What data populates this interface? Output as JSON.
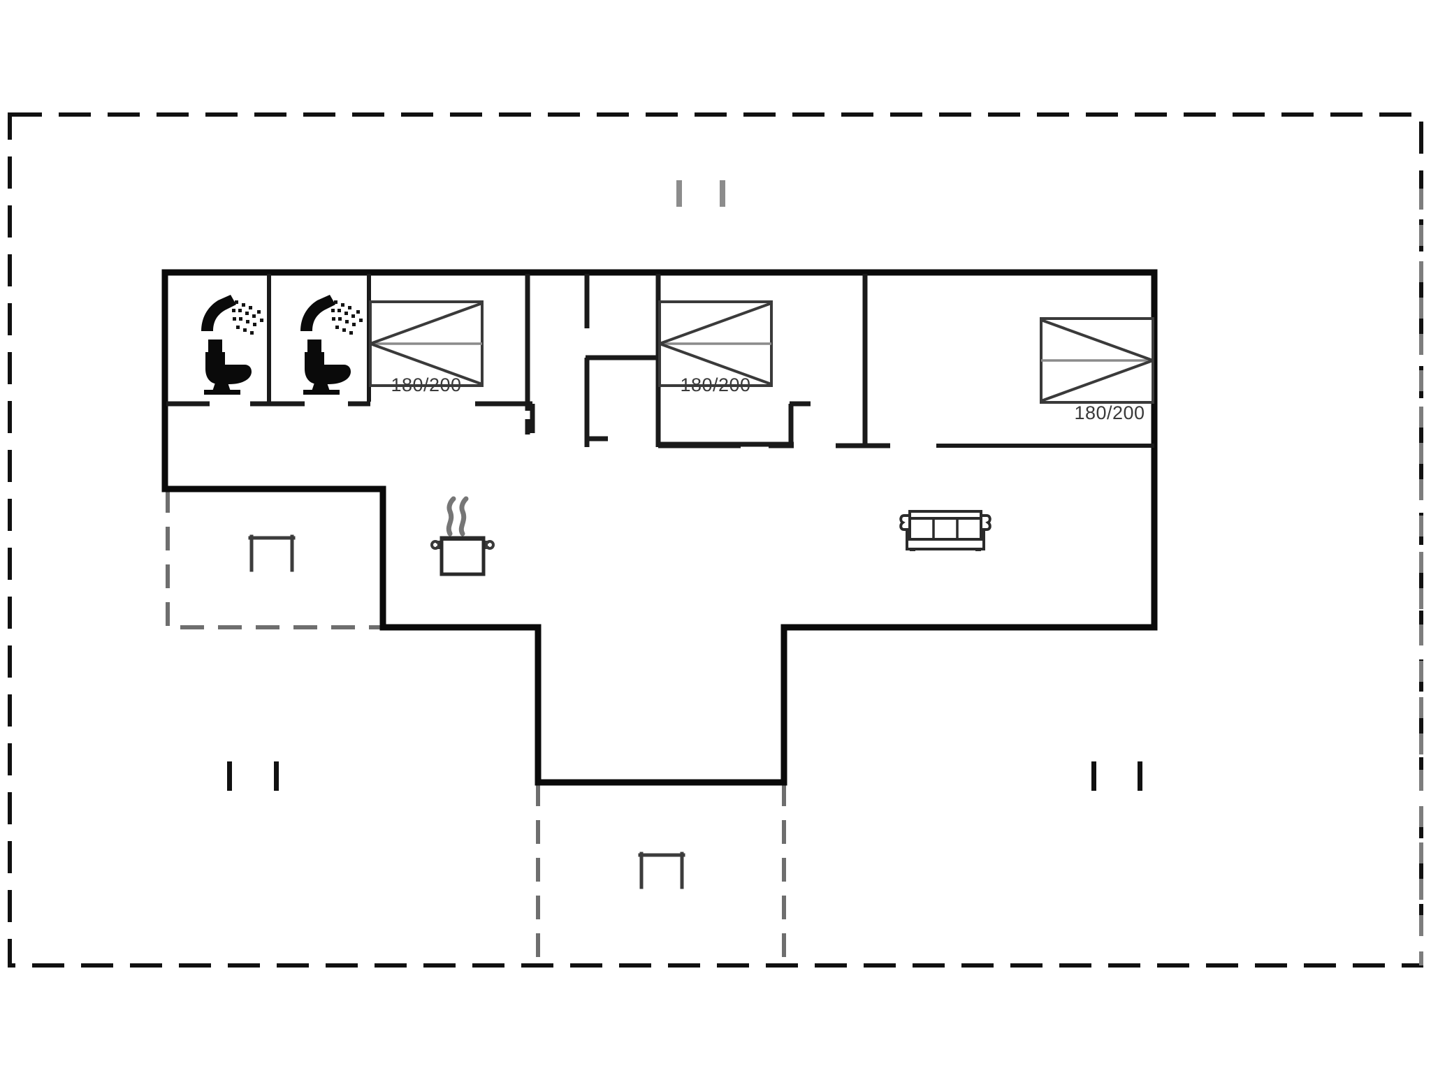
{
  "document": {
    "kind": "architectural-floor-plan",
    "background_color": "#ffffff",
    "wall_color": "#000000",
    "thin_wall_color": "#4a4a4a",
    "terrace_color": "#6e6e6e",
    "boundary_color": "#111111",
    "label_color": "#3a3a3a"
  },
  "beds": [
    {
      "id": "bed-left",
      "label": "180/200",
      "orientation": "left"
    },
    {
      "id": "bed-middle",
      "label": "180/200",
      "orientation": "left"
    },
    {
      "id": "bed-right",
      "label": "180/200",
      "orientation": "right"
    }
  ],
  "fixtures": {
    "bathroom_left": {
      "icon": "shower-toilet-icon"
    },
    "bathroom_right": {
      "icon": "shower-toilet-icon"
    },
    "kitchen": {
      "icon": "cooking-pot-icon"
    },
    "living": {
      "icon": "sofa-icon"
    },
    "table_west": {
      "icon": "table-icon"
    },
    "table_south": {
      "icon": "table-icon"
    }
  },
  "markers": {
    "north_ticks": {
      "icon": "tick-pair-icon",
      "count": 2,
      "color": "#8c8c8c"
    },
    "west_ticks": {
      "icon": "tick-pair-icon",
      "count": 2,
      "color": "#111111"
    },
    "east_ticks": {
      "icon": "tick-pair-icon",
      "count": 2,
      "color": "#111111"
    }
  },
  "areas": {
    "plot_boundary": {
      "style": "dashed",
      "color": "#111111"
    },
    "terrace_west": {
      "style": "dashed",
      "color": "#6e6e6e"
    },
    "terrace_south": {
      "style": "dashed",
      "color": "#6e6e6e"
    }
  }
}
